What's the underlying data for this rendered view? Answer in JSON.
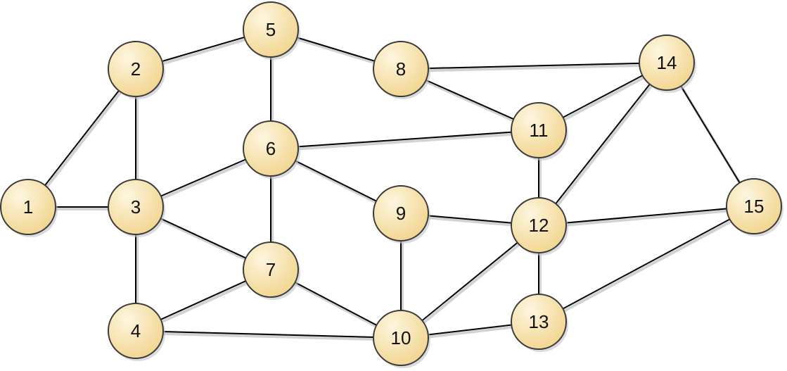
{
  "graph": {
    "node_fill_light": "#fdf6df",
    "node_fill_dark": "#f2d58f",
    "edge_color": "#000000",
    "nodes": [
      {
        "id": "1",
        "label": "1"
      },
      {
        "id": "2",
        "label": "2"
      },
      {
        "id": "3",
        "label": "3"
      },
      {
        "id": "4",
        "label": "4"
      },
      {
        "id": "5",
        "label": "5"
      },
      {
        "id": "6",
        "label": "6"
      },
      {
        "id": "7",
        "label": "7"
      },
      {
        "id": "8",
        "label": "8"
      },
      {
        "id": "9",
        "label": "9"
      },
      {
        "id": "10",
        "label": "10"
      },
      {
        "id": "11",
        "label": "11"
      },
      {
        "id": "12",
        "label": "12"
      },
      {
        "id": "13",
        "label": "13"
      },
      {
        "id": "14",
        "label": "14"
      },
      {
        "id": "15",
        "label": "15"
      }
    ],
    "edges": [
      [
        "1",
        "2"
      ],
      [
        "1",
        "3"
      ],
      [
        "2",
        "3"
      ],
      [
        "2",
        "5"
      ],
      [
        "3",
        "4"
      ],
      [
        "3",
        "6"
      ],
      [
        "3",
        "7"
      ],
      [
        "4",
        "7"
      ],
      [
        "4",
        "10"
      ],
      [
        "5",
        "6"
      ],
      [
        "5",
        "8"
      ],
      [
        "6",
        "7"
      ],
      [
        "6",
        "9"
      ],
      [
        "6",
        "11"
      ],
      [
        "7",
        "10"
      ],
      [
        "8",
        "11"
      ],
      [
        "8",
        "14"
      ],
      [
        "9",
        "10"
      ],
      [
        "9",
        "12"
      ],
      [
        "10",
        "12"
      ],
      [
        "10",
        "13"
      ],
      [
        "11",
        "12"
      ],
      [
        "11",
        "14"
      ],
      [
        "12",
        "13"
      ],
      [
        "12",
        "14"
      ],
      [
        "12",
        "15"
      ],
      [
        "13",
        "15"
      ],
      [
        "14",
        "15"
      ]
    ]
  }
}
